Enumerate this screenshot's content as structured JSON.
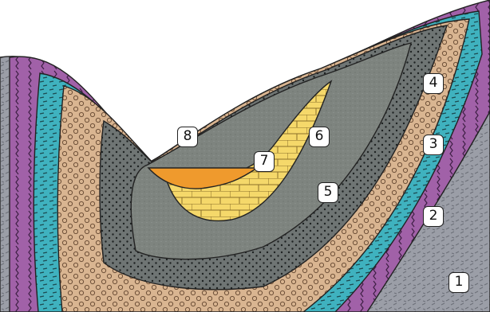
{
  "diagram": {
    "layers": [
      {
        "id": 1,
        "label": "1",
        "pattern": "dashes",
        "color": "#9b9ea7"
      },
      {
        "id": 2,
        "label": "2",
        "pattern": "wavy",
        "color": "#a161a8"
      },
      {
        "id": 3,
        "label": "3",
        "pattern": "dashes",
        "color": "#3fb2bf"
      },
      {
        "id": 4,
        "label": "4",
        "pattern": "circles",
        "color": "#d9b591"
      },
      {
        "id": 5,
        "label": "5",
        "pattern": "dots",
        "color": "#6f7574"
      },
      {
        "id": 6,
        "label": "6",
        "pattern": "speckle",
        "color": "#7e847f"
      },
      {
        "id": 7,
        "label": "7",
        "pattern": "bricks",
        "color": "#f5d86a"
      },
      {
        "id": 8,
        "label": "8",
        "pattern": "solid",
        "color": "#ef9a2d"
      }
    ]
  }
}
